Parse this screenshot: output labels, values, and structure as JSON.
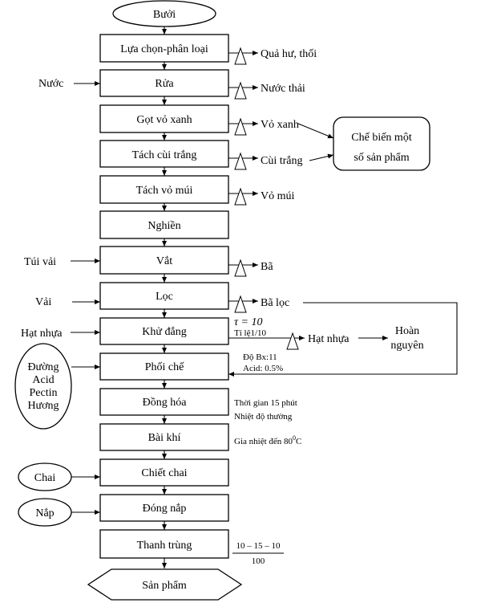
{
  "start": "Bưởi",
  "end": "Sản phẩm",
  "steps": [
    "Lựa chọn-phân loại",
    "Rửa",
    "Gọt vỏ xanh",
    "Tách cùi trắng",
    "Tách vỏ múi",
    "Nghiền",
    "Vắt",
    "Lọc",
    "Khử đắng",
    "Phối chế",
    "Đồng hóa",
    "Bài khí",
    "Chiết chai",
    "Đóng nắp",
    "Thanh trùng"
  ],
  "inputs": {
    "nuoc": "Nước",
    "tui_vai": "Túi vải",
    "vai": "Vải",
    "hat_nhua": "Hạt nhựa"
  },
  "outputs": {
    "qua_hu": "Quả hư, thối",
    "nuoc_thai": "Nước thải",
    "vo_xanh": "Vỏ xanh",
    "cui_trang": "Cùi trắng",
    "vo_mui": "Vỏ múi",
    "ba": "Bã",
    "ba_loc": "Bã lọc",
    "hat_nhua": "Hạt nhựa"
  },
  "side_boxes": {
    "che_bien_line1": "Chế biến một",
    "che_bien_line2": "số sản phẩm",
    "hoan_line1": "Hoàn",
    "hoan_line2": "nguyên"
  },
  "additives": [
    "Đường",
    "Acid",
    "Pectin",
    "Hương"
  ],
  "ovals": {
    "chai": "Chai",
    "nap": "Nắp"
  },
  "notes": {
    "tau": "τ = 10",
    "ti_le": "Tỉ lệ1/10",
    "do_bx": "Độ Bx:11",
    "acid": "Acid: 0.5%",
    "thoi_gian": "Thời gian 15 phút",
    "nhiet_do": "Nhiệt độ thường",
    "gia_nhiet": "Gia nhiệt đến 80",
    "gia_nhiet_sup": "0",
    "gia_nhiet_unit": "C",
    "thanh_trung_num": "10 – 15 – 10",
    "thanh_trung_den": "100"
  }
}
